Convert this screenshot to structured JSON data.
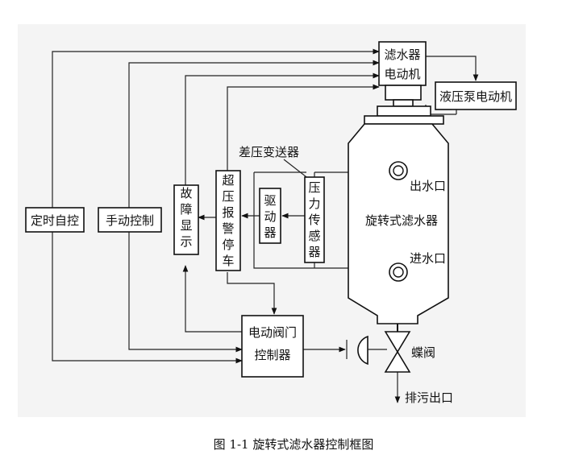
{
  "diagram": {
    "nodes": {
      "timer": "定时自控",
      "manual": "手动控制",
      "fault": "故障显示",
      "overpressure": "超压报警停车",
      "driver": "驱动器",
      "pressure_sensor": "压力传感器",
      "filter_motor_1": "滤水器",
      "filter_motor_2": "电动机",
      "pump_motor": "液压泵电动机",
      "filter": "旋转式滤水器",
      "valve_ctrl_1": "电动阀门",
      "valve_ctrl_2": "控制器"
    },
    "labels": {
      "dp_transmitter": "差压变送器",
      "outlet": "出水口",
      "inlet": "进水口",
      "butterfly": "蝶阀",
      "drain": "排污出口"
    }
  },
  "caption": "图 1-1 旋转式滤水器控制框图"
}
